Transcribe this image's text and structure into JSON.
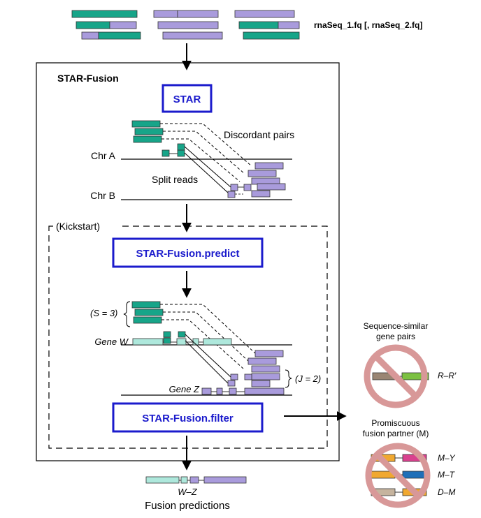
{
  "input": {
    "files_label": "rnaSeq_1.fq [, rnaSeq_2.fq]"
  },
  "pipeline": {
    "title": "STAR-Fusion",
    "star_box": "STAR",
    "discordant_label": "Discordant pairs",
    "split_label": "Split reads",
    "chr_a": "Chr A",
    "chr_b": "Chr B",
    "kickstart": "(Kickstart)",
    "predict_box": "STAR-Fusion.predict",
    "s_label": "(S = 3)",
    "gene_w": "Gene W",
    "gene_z": "Gene Z",
    "j_label": "(J = 2)",
    "filter_box": "STAR-Fusion.filter"
  },
  "output": {
    "fusion_label": "W–Z",
    "predictions_label": "Fusion predictions"
  },
  "filters": {
    "similar_title_1": "Sequence-similar",
    "similar_title_2": "gene pairs",
    "rr_label": "R–R′",
    "promiscuous_title_1": "Promiscuous",
    "promiscuous_title_2": "fusion partner (M)",
    "my_label": "M–Y",
    "mt_label": "M–T",
    "dm_label": "D–M"
  },
  "colors": {
    "teal": "#17a589",
    "lavender": "#a99bdc",
    "light_teal": "#aee8dc",
    "box_blue": "#1b1bcc",
    "prohibit_red": "#d89898"
  }
}
